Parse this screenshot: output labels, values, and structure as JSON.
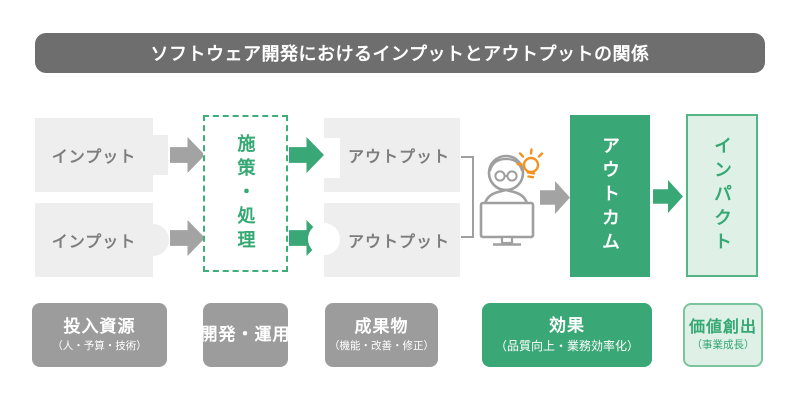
{
  "title": "ソフトウェア開発におけるインプットとアウトプットの関係",
  "flow": {
    "inputs": [
      "インプット",
      "インプット"
    ],
    "process": "施策・処理",
    "outputs": [
      "アウトプット",
      "アウトプット"
    ],
    "outcome": "アウトカム",
    "impact": "インパクト"
  },
  "labels": {
    "resources": {
      "title": "投入資源",
      "subtitle": "（人・予算・技術）"
    },
    "dev_ops": {
      "title": "開発・運用"
    },
    "deliverables": {
      "title": "成果物",
      "subtitle": "（機能・改善・修正）"
    },
    "effect": {
      "title": "効果",
      "subtitle": "（品質向上・業務効率化）"
    },
    "value": {
      "title": "価値創出",
      "subtitle": "（事業成長）"
    }
  },
  "icons": {
    "person": "person-at-computer-icon",
    "lightbulb": "lightbulb-icon",
    "arrow": "arrow-right-icon"
  },
  "colors": {
    "title_bar": "#6e6e6e",
    "light_gray_box": "#eeeeee",
    "light_gray_text": "#7d7d7d",
    "gray_arrow": "#a3a3a3",
    "green": "#3aa876",
    "green_text": "#35a873",
    "light_green": "#dff0e7",
    "label_gray": "#9c9c9c",
    "lightbulb_orange": "#f5921e"
  }
}
